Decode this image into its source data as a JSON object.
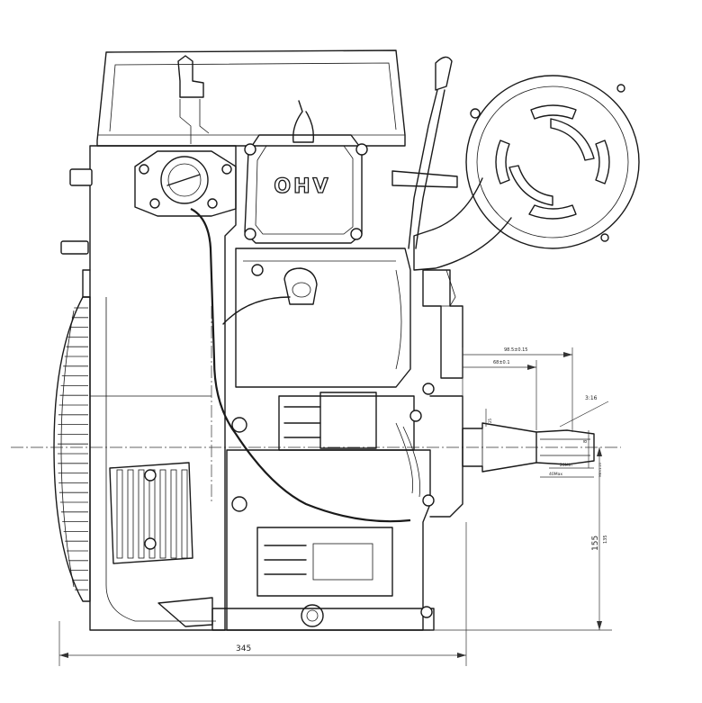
{
  "engine_label": "OHV",
  "dimensions": {
    "overall_width": "345",
    "shaft_height": "155",
    "shaft_height_small": "135",
    "shaft_length_total": "98.5±0.15",
    "shaft_length_inner": "68±0.1",
    "taper": "3:16",
    "thread_a": "20Min",
    "thread_b": "40Max",
    "keyway": "8",
    "key_small": "M8×1.25",
    "shaft_dia": "25"
  }
}
